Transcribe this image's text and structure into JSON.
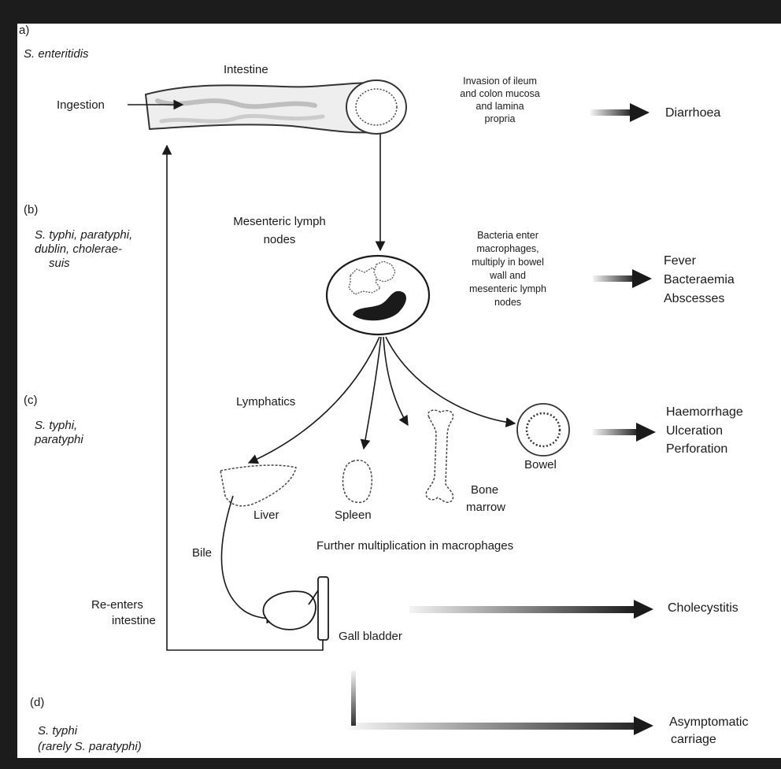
{
  "sections": {
    "a": {
      "letter": "a)",
      "species": "S. enteritidis"
    },
    "b": {
      "letter": "(b)",
      "species_l1": "S. typhi, paratyphi,",
      "species_l2": "dublin, cholerae-",
      "species_l3": "suis"
    },
    "c": {
      "letter": "(c)",
      "species_l1": "S. typhi,",
      "species_l2": "paratyphi"
    },
    "d": {
      "letter": "(d)",
      "species_l1": "S. typhi",
      "species_l2": "(rarely S. paratyphi)"
    }
  },
  "labels": {
    "intestine": "Intestine",
    "ingestion": "Ingestion",
    "mesenteric_l1": "Mesenteric lymph",
    "mesenteric_l2": "nodes",
    "lymphatics": "Lymphatics",
    "liver": "Liver",
    "spleen": "Spleen",
    "bone_l1": "Bone",
    "bone_l2": "marrow",
    "bowel": "Bowel",
    "further": "Further multiplication in macrophages",
    "bile": "Bile",
    "reenters_l1": "Re-enters",
    "reenters_l2": "intestine",
    "gall_bladder": "Gall bladder"
  },
  "descriptions": {
    "invasion": [
      "Invasion of ileum",
      "and colon mucosa",
      "and lamina",
      "propria"
    ],
    "bacteria": [
      "Bacteria enter",
      "macrophages,",
      "multiply in bowel",
      "wall and",
      "mesenteric lymph",
      "nodes"
    ]
  },
  "outcomes": {
    "diarrhoea": "Diarrhoea",
    "fever": [
      "Fever",
      "Bacteraemia",
      "Abscesses"
    ],
    "haemorrhage": [
      "Haemorrhage",
      "Ulceration",
      "Perforation"
    ],
    "cholecystitis": "Cholecystitis",
    "asymptomatic": [
      "Asymptomatic",
      "carriage"
    ]
  }
}
